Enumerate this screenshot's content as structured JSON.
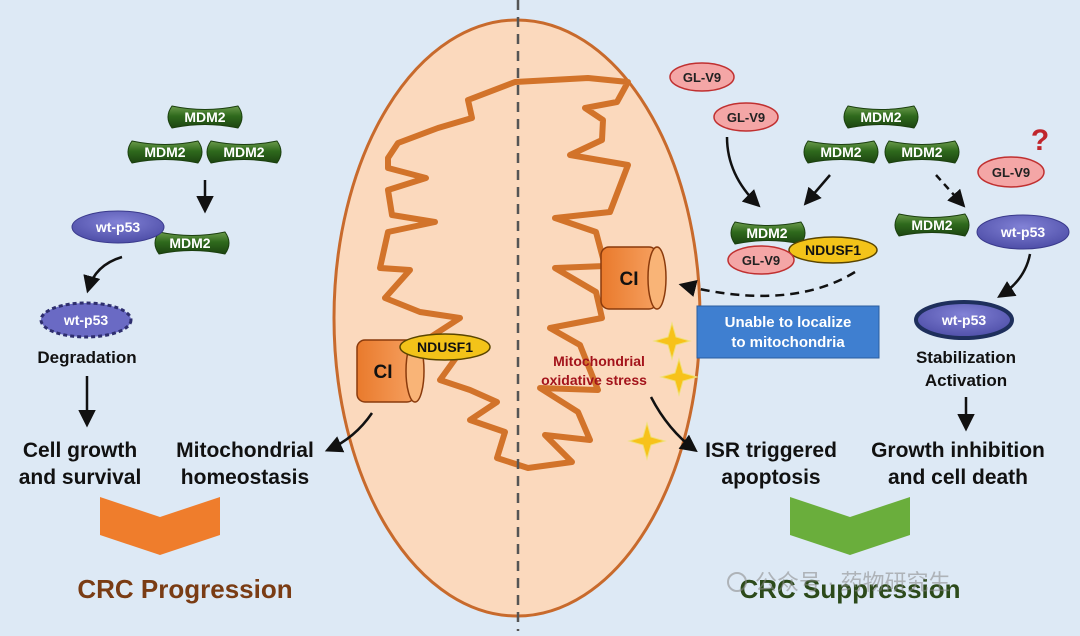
{
  "labels": {
    "mdm2": "MDM2",
    "wt_p53": "wt-p53",
    "gl_v9": "GL-V9",
    "ndusf1": "NDUSF1",
    "ci": "CI",
    "question_mark": "?"
  },
  "left": {
    "degradation": "Degradation",
    "cell_growth_line1": "Cell growth",
    "cell_growth_line2": "and survival",
    "mito_line1": "Mitochondrial",
    "mito_line2": "homeostasis",
    "progression": "CRC Progression"
  },
  "center": {
    "stress_line1": "Mitochondrial",
    "stress_line2": "oxidative stress"
  },
  "right": {
    "localize_line1": "Unable to localize",
    "localize_line2": "to mitochondria",
    "isr_line1": "ISR triggered",
    "isr_line2": "apoptosis",
    "stabilization": "Stabilization",
    "activation": "Activation",
    "growth_inhibition_line1": "Growth inhibition",
    "growth_inhibition_line2": "and cell death",
    "suppression": "CRC Suppression"
  },
  "watermark": "公众号 · 药物研究生",
  "colors": {
    "background": "#dde9f5",
    "mito_fill": "#fbd9bd",
    "mito_outline": "#c86a2c",
    "mdm2_green": "#2f6a1d",
    "p53_blue": "#5b5bb8",
    "glv9_red": "#f4a6a6",
    "ndusf1_yellow": "#f3c319",
    "ci_orange": "#ef8a3a",
    "progression_orange": "#ef7d2c",
    "suppression_green": "#6aae3c",
    "info_box": "#3f7fd0"
  }
}
